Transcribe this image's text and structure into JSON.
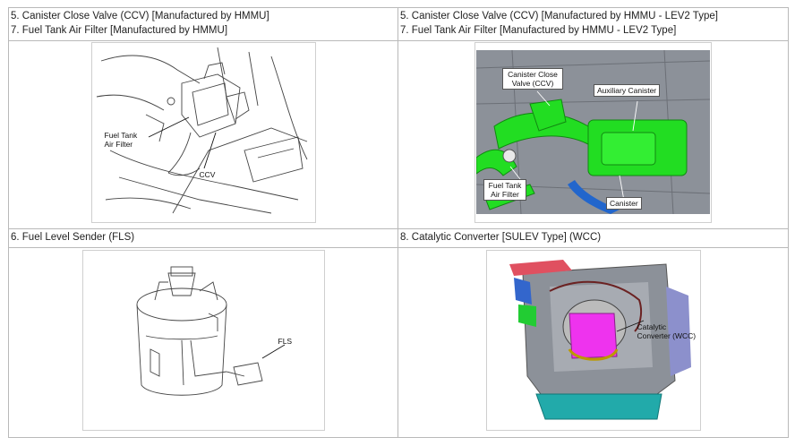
{
  "cells": {
    "top_left": {
      "line1": "5. Canister Close Valve (CCV) [Manufactured by HMMU]",
      "line2": "7. Fuel Tank Air Filter [Manufactured by HMMU]",
      "labels": {
        "air_filter_1": "Fuel Tank",
        "air_filter_2": "Air Filter",
        "ccv": "CCV"
      }
    },
    "top_right": {
      "line1": "5. Canister Close Valve (CCV) [Manufactured by HMMU - LEV2 Type]",
      "line2": "7. Fuel Tank Air Filter [Manufactured by HMMU - LEV2 Type]",
      "labels": {
        "ccv_1": "Canister Close",
        "ccv_2": "Valve (CCV)",
        "aux": "Auxiliary Canister",
        "filter_1": "Fuel Tank",
        "filter_2": "Air Filter",
        "canister": "Canister"
      }
    },
    "bottom_left": {
      "title": "6. Fuel Level Sender (FLS)",
      "labels": {
        "fls": "FLS"
      }
    },
    "bottom_right": {
      "title": "8. Catalytic Converter [SULEV Type] (WCC)",
      "labels": {
        "wcc_1": "Catalytic",
        "wcc_2": "Converter (WCC)"
      }
    }
  },
  "colors": {
    "border": "#b9b9b9",
    "green": "#22dd22",
    "magenta": "#ee33ee",
    "teal": "#22aaaa",
    "gray_plate": "#8c9199"
  }
}
